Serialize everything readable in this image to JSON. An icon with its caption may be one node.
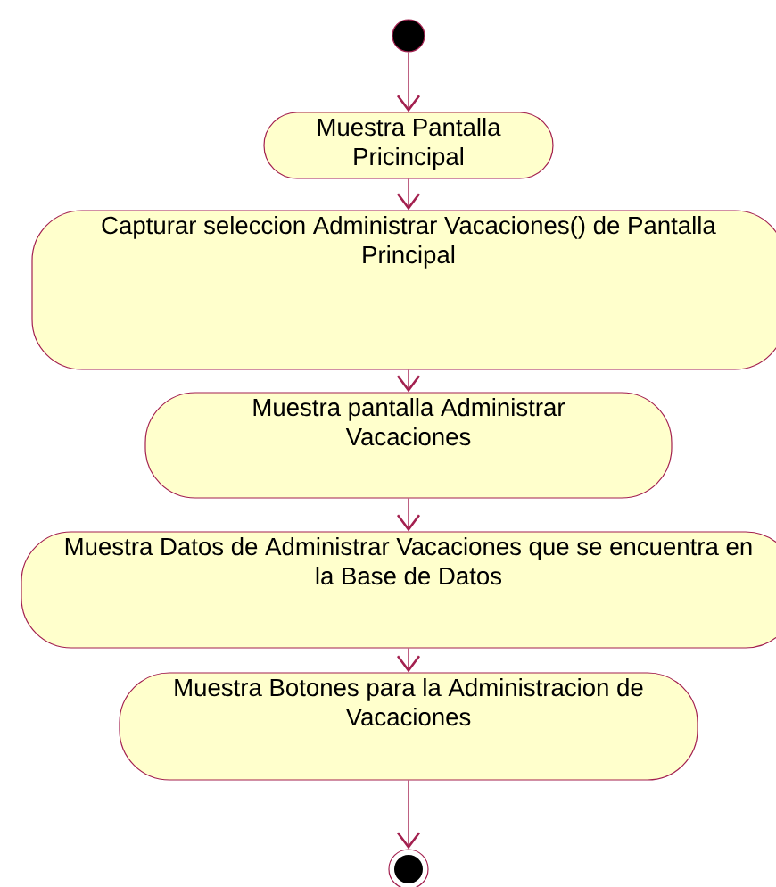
{
  "diagram": {
    "nodes": [
      {
        "text": [],
        "shape": "circle"
      },
      {
        "text": [
          "Muestra Pantalla Pricincipal"
        ]
      },
      {
        "text": [
          "Capturar seleccion Administrar Vacaciones() de Pantalla Principal"
        ]
      },
      {
        "text": [
          "Muestra pantalla Administrar Vacaciones"
        ]
      },
      {
        "text": [
          "Muestra Datos de Administrar Vacaciones que se encuentra en la Base de Datos"
        ]
      },
      {
        "text": [
          "Muestra Botones para la Administracion de Vacaciones"
        ]
      },
      {
        "text": [],
        "shape": "circle"
      }
    ],
    "edges": [
      {
        "from": 0,
        "to": 1,
        "arrow": "to"
      },
      {
        "from": 1,
        "to": 2,
        "arrow": "to"
      },
      {
        "from": 2,
        "to": 3,
        "arrow": "to"
      },
      {
        "from": 3,
        "to": 4,
        "arrow": "to"
      },
      {
        "from": 4,
        "to": 5,
        "arrow": "to"
      },
      {
        "from": 5,
        "to": 6,
        "arrow": "to"
      }
    ]
  }
}
